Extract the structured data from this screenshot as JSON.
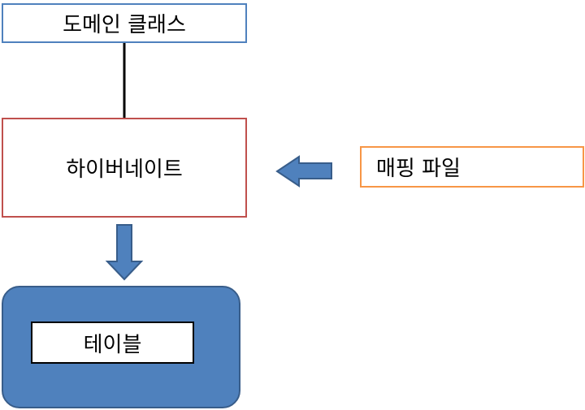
{
  "nodes": {
    "domain_class": "도메인 클래스",
    "hibernate": "하이버네이트",
    "mapping_file": "매핑 파일",
    "table": "테이블"
  },
  "colors": {
    "domain_border": "#4f81bd",
    "hibernate_border": "#c0504d",
    "mapping_border": "#f79646",
    "db_fill": "#4f81bd",
    "db_border": "#385d8a",
    "arrow_fill": "#4f81bd",
    "arrow_stroke": "#385d8a"
  }
}
